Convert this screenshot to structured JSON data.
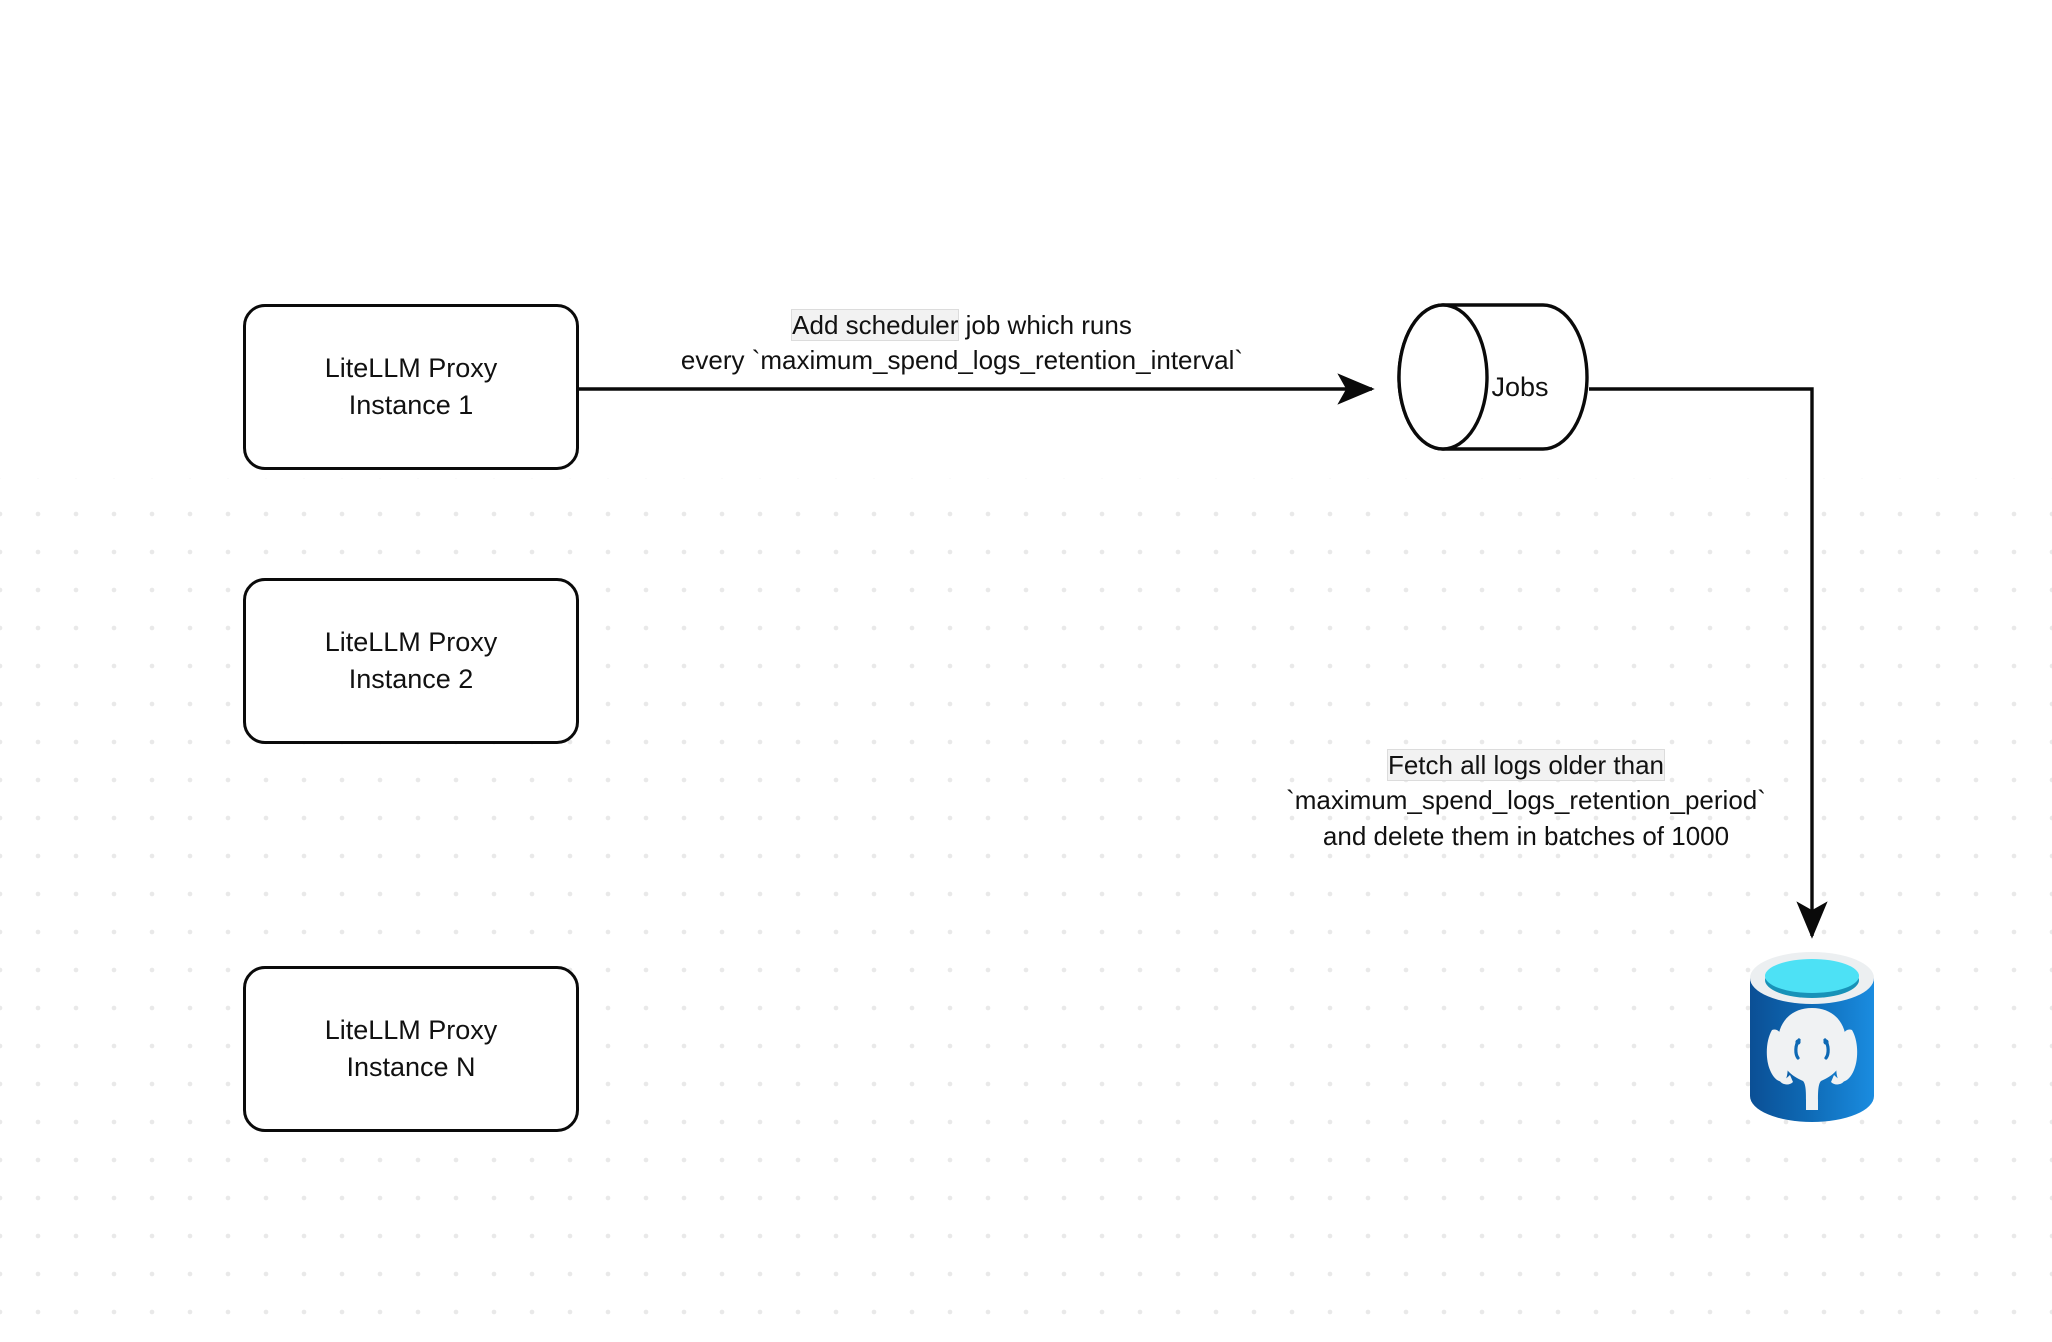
{
  "diagram": {
    "title": "LiteLLM spend-logs retention scheduler flow",
    "background_color": "#ffffff",
    "grid_dot_color": "#e9e9e9",
    "stroke_color": "#0a0a0a",
    "nodes": [
      {
        "id": "proxy-1",
        "shape": "rounded-rect",
        "line1": "LiteLLM Proxy",
        "line2": "Instance 1"
      },
      {
        "id": "proxy-2",
        "shape": "rounded-rect",
        "line1": "LiteLLM Proxy",
        "line2": "Instance 2"
      },
      {
        "id": "proxy-n",
        "shape": "rounded-rect",
        "line1": "LiteLLM Proxy",
        "line2": "Instance N"
      },
      {
        "id": "jobs",
        "shape": "cylinder-horizontal",
        "label": "Jobs"
      },
      {
        "id": "postgres",
        "shape": "database-cylinder-icon",
        "label": "",
        "colors": {
          "body_dark": "#0b5fa8",
          "body_light": "#1787db",
          "rim": "#eceff1",
          "top_fill": "#4de1f5",
          "top_shadow": "#1690b5",
          "elephant": "#f0f2f3"
        }
      }
    ],
    "edges": [
      {
        "id": "edge-proxy1-jobs",
        "from": "proxy-1",
        "to": "jobs",
        "arrow": "filled-triangle",
        "label_line1": "Add scheduler job which runs",
        "label_line1_highlight": "Add scheduler",
        "label_line1_rest": " job which runs",
        "label_line2": "every `maximum_spend_logs_retention_interval`"
      },
      {
        "id": "edge-jobs-postgres",
        "from": "jobs",
        "to": "postgres",
        "arrow": "filled-triangle",
        "label_line1_highlight": "Fetch all logs older than",
        "label_line2": "`maximum_spend_logs_retention_period`",
        "label_line3": "and delete them in batches of 1000"
      }
    ]
  }
}
